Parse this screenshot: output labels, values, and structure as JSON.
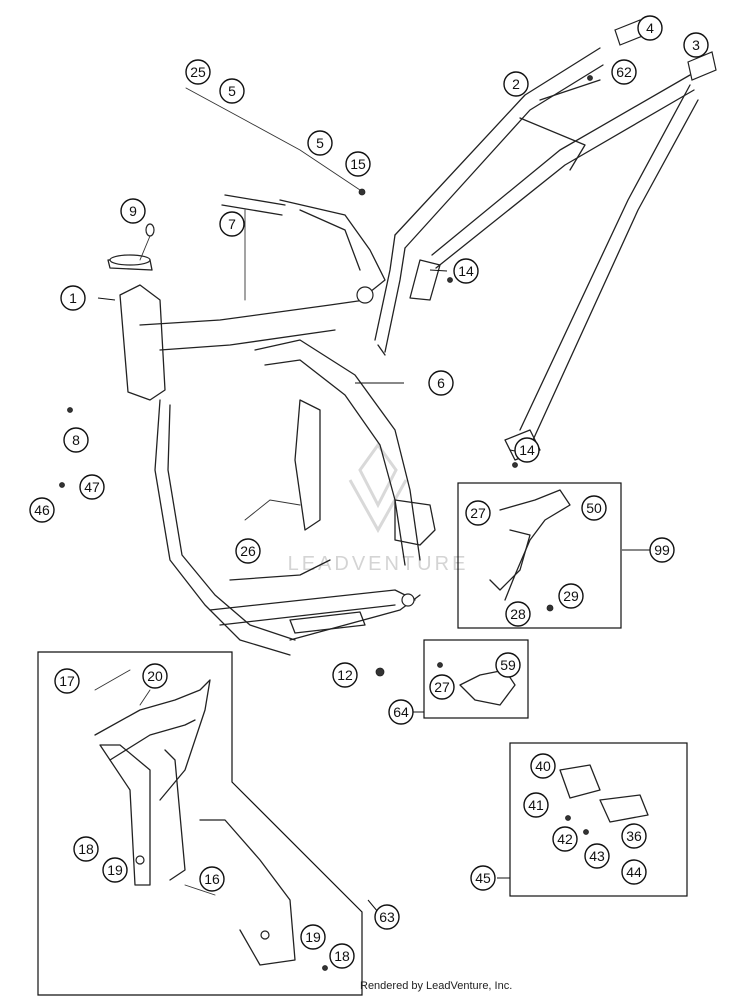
{
  "watermark_text": "LEADVENTURE",
  "footer_text": "Rendered by LeadVenture, Inc.",
  "callouts": {
    "c1": "1",
    "c2": "2",
    "c3": "3",
    "c4": "4",
    "c5a": "5",
    "c5b": "5",
    "c6": "6",
    "c7": "7",
    "c8": "8",
    "c9": "9",
    "c12": "12",
    "c14a": "14",
    "c14b": "14",
    "c15": "15",
    "c16": "16",
    "c17": "17",
    "c18a": "18",
    "c18b": "18",
    "c19a": "19",
    "c19b": "19",
    "c20": "20",
    "c25": "25",
    "c26": "26",
    "c27a": "27",
    "c27b": "27",
    "c28": "28",
    "c29": "29",
    "c36": "36",
    "c40": "40",
    "c41": "41",
    "c42": "42",
    "c43": "43",
    "c44": "44",
    "c45": "45",
    "c46": "46",
    "c47": "47",
    "c50": "50",
    "c59": "59",
    "c62": "62",
    "c63": "63",
    "c64": "64",
    "c99": "99"
  }
}
